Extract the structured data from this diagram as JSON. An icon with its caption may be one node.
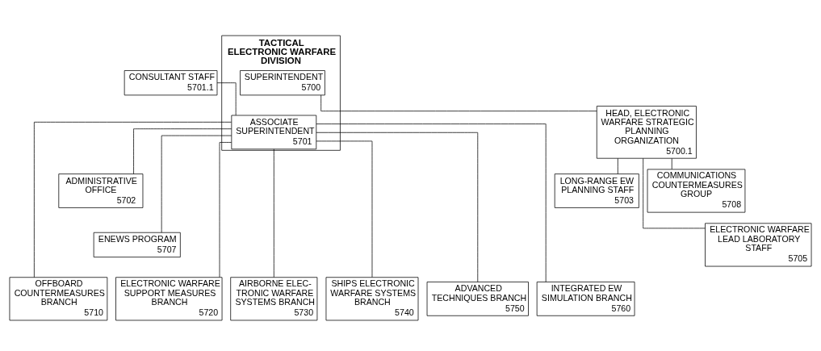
{
  "diagram": {
    "nodes": [
      {
        "text": [
          "TACTICAL ELECTRONIC WARFARE DIVISION"
        ]
      },
      {
        "text": [
          "SUPERINTENDENT",
          "5700"
        ],
        "in": 0
      },
      {
        "text": [
          "ASSOCIATE SUPERINTENDENT",
          "5701"
        ],
        "in": 0
      },
      {
        "text": [
          "HEAD, ELECTRONIC WARFARE STRATEGIC PLANNING ORGANIZATION",
          "5700.1"
        ]
      },
      {
        "text": [
          "CONSULTANT STAFF",
          "5701.1"
        ]
      },
      {
        "text": [
          "LONG-RANGE EW PLANNING STAFF",
          "5703"
        ]
      },
      {
        "text": [
          "COMMUNICATIONS COUNTERMEASURES GROUP",
          "5708"
        ]
      },
      {
        "text": [
          "ADMINISTRATIVE OFFICE",
          "5702"
        ]
      },
      {
        "text": [
          "ELECTRONIC WARFARE LEAD LABORATORY STAFF",
          "5705"
        ]
      },
      {
        "text": [
          "ENEWS PROGRAM",
          "5707"
        ]
      },
      {
        "text": [
          "OFFBOARD COUNTERMEASURES BRANCH",
          "5710"
        ]
      },
      {
        "text": [
          "ELECTRONIC WARFARE SUPPORT MEASURES BRANCH",
          "5720"
        ]
      },
      {
        "text": [
          "AIRBORNE ELEC- TRONIC WARFARE SYSTEMS BRANCH",
          "5730"
        ]
      },
      {
        "text": [
          "SHIPS ELECTRONIC WARFARE SYSTEMS BRANCH",
          "5740"
        ]
      },
      {
        "text": [
          "ADVANCED TECHNIQUES BRANCH",
          "5750"
        ]
      },
      {
        "text": [
          "INTEGRATED EW SIMULATION BRANCH",
          "5760"
        ]
      }
    ],
    "edges": [
      {
        "from": 1,
        "to": 3,
        "arrow": "none"
      },
      {
        "from": 4,
        "to": 2,
        "arrow": "none"
      },
      {
        "from": 3,
        "to": 5,
        "arrow": "none"
      },
      {
        "from": 3,
        "to": 6,
        "arrow": "none"
      },
      {
        "from": 3,
        "to": 8,
        "arrow": "none"
      },
      {
        "from": 2,
        "to": 7,
        "arrow": "none"
      },
      {
        "from": 2,
        "to": 9,
        "arrow": "none"
      },
      {
        "from": 2,
        "to": 10,
        "arrow": "none"
      },
      {
        "from": 2,
        "to": 11,
        "arrow": "none"
      },
      {
        "from": 2,
        "to": 12,
        "arrow": "none"
      },
      {
        "from": 2,
        "to": 13,
        "arrow": "none"
      },
      {
        "from": 2,
        "to": 14,
        "arrow": "none"
      },
      {
        "from": 2,
        "to": 15,
        "arrow": "none"
      }
    ]
  }
}
